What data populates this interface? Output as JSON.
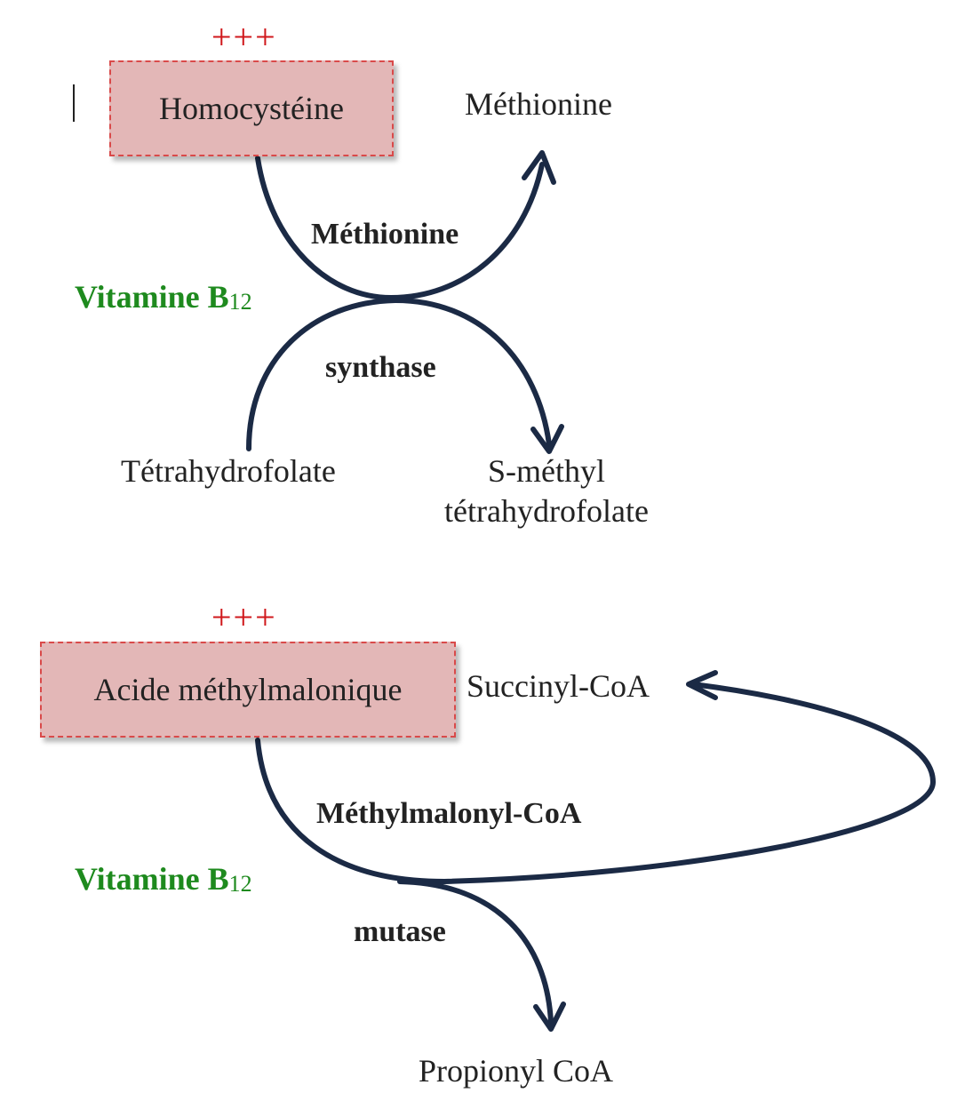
{
  "colors": {
    "arrow": "#1b2a45",
    "box_fill": "#e3b7b7",
    "box_border": "#d94a4a",
    "plus_red": "#d0181c",
    "vitamin_green": "#1e8a1e"
  },
  "pathway1": {
    "marker": "+++",
    "substrate": "Homocystéine",
    "product": "Méthionine",
    "enzyme_line1": "Méthionine",
    "enzyme_line2": "synthase",
    "cofactor": "Vitamine B",
    "cofactor_sub": "12",
    "cosubstrate": "Tétrahydrofolate",
    "coproduct_line1": "S-méthyl",
    "coproduct_line2": "tétrahydrofolate"
  },
  "pathway2": {
    "marker": "+++",
    "substrate": "Acide méthylmalonique",
    "product": "Succinyl-CoA",
    "enzyme_line1": "Méthylmalonyl-CoA",
    "enzyme_line2": "mutase",
    "cofactor": "Vitamine B",
    "cofactor_sub": "12",
    "side_product": "Propionyl CoA"
  }
}
